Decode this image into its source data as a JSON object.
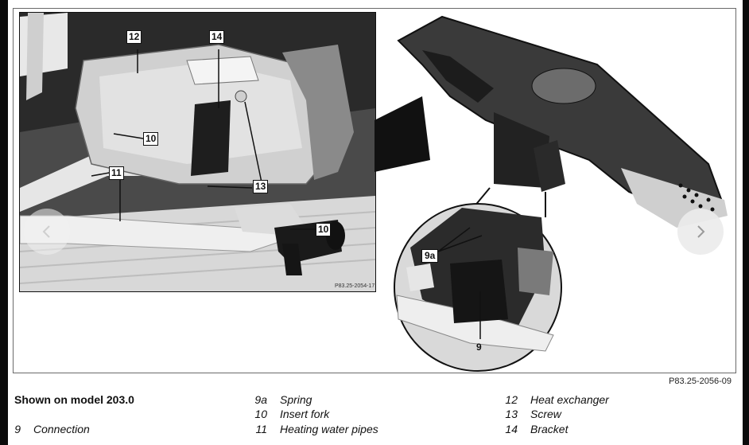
{
  "illustration": {
    "ref_code": "P83.25-2056-09",
    "inset_ref_code": "P83.25-2054-17",
    "callouts": {
      "c12": "12",
      "c14": "14",
      "c10a": "10",
      "c11": "11",
      "c13": "13",
      "c10b": "10",
      "c9a": "9a",
      "c9": "9"
    }
  },
  "legend": {
    "title": "Shown on model 203.0",
    "items": [
      {
        "num": "9",
        "label": "Connection"
      },
      {
        "num": "9a",
        "label": "Spring"
      },
      {
        "num": "10",
        "label": "Insert fork"
      },
      {
        "num": "11",
        "label": "Heating water pipes"
      },
      {
        "num": "12",
        "label": "Heat exchanger"
      },
      {
        "num": "13",
        "label": "Screw"
      },
      {
        "num": "14",
        "label": "Bracket"
      }
    ]
  },
  "nav": {
    "prev_icon": "chevron-left-icon",
    "next_icon": "chevron-right-icon"
  }
}
